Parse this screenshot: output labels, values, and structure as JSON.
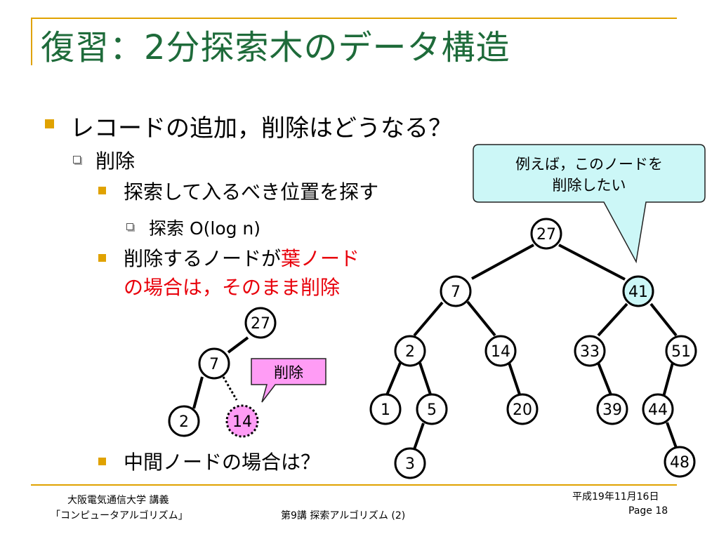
{
  "title": "復習：2分探索木のデータ構造",
  "bullets": {
    "b1": "レコードの追加，削除はどうなる？",
    "b1_1": "削除",
    "b1_1_1": "探索して入るべき位置を探す",
    "b1_1_1_1": "探索 O(log n)",
    "b1_1_2_a": "削除するノードが",
    "b1_1_2_red1": "葉ノード",
    "b1_1_2_red2": "の場合は，そのまま削除",
    "b1_1_3": "中間ノードの場合は？"
  },
  "callouts": {
    "node_hint_line1": "例えば，このノードを",
    "node_hint_line2": "削除したい",
    "delete_label": "削除"
  },
  "small_tree": {
    "nodes": [
      "27",
      "7",
      "2",
      "14"
    ]
  },
  "big_tree": {
    "nodes": [
      "27",
      "7",
      "41",
      "2",
      "14",
      "33",
      "51",
      "1",
      "5",
      "20",
      "39",
      "44",
      "3",
      "48"
    ]
  },
  "footer": {
    "left_line1": "大阪電気通信大学 講義",
    "left_line2": "「コンピュータアルゴリズム」",
    "center": "第9講 探索アルゴリズム (2)",
    "date": "平成19年11月16日",
    "page": "Page 18"
  },
  "colors": {
    "title": "#1e6b3a",
    "accent": "#e0a200",
    "highlight_red": "#e8000b",
    "callout_cyan": "#ccf7f7",
    "callout_pink": "#ff9cf5"
  }
}
